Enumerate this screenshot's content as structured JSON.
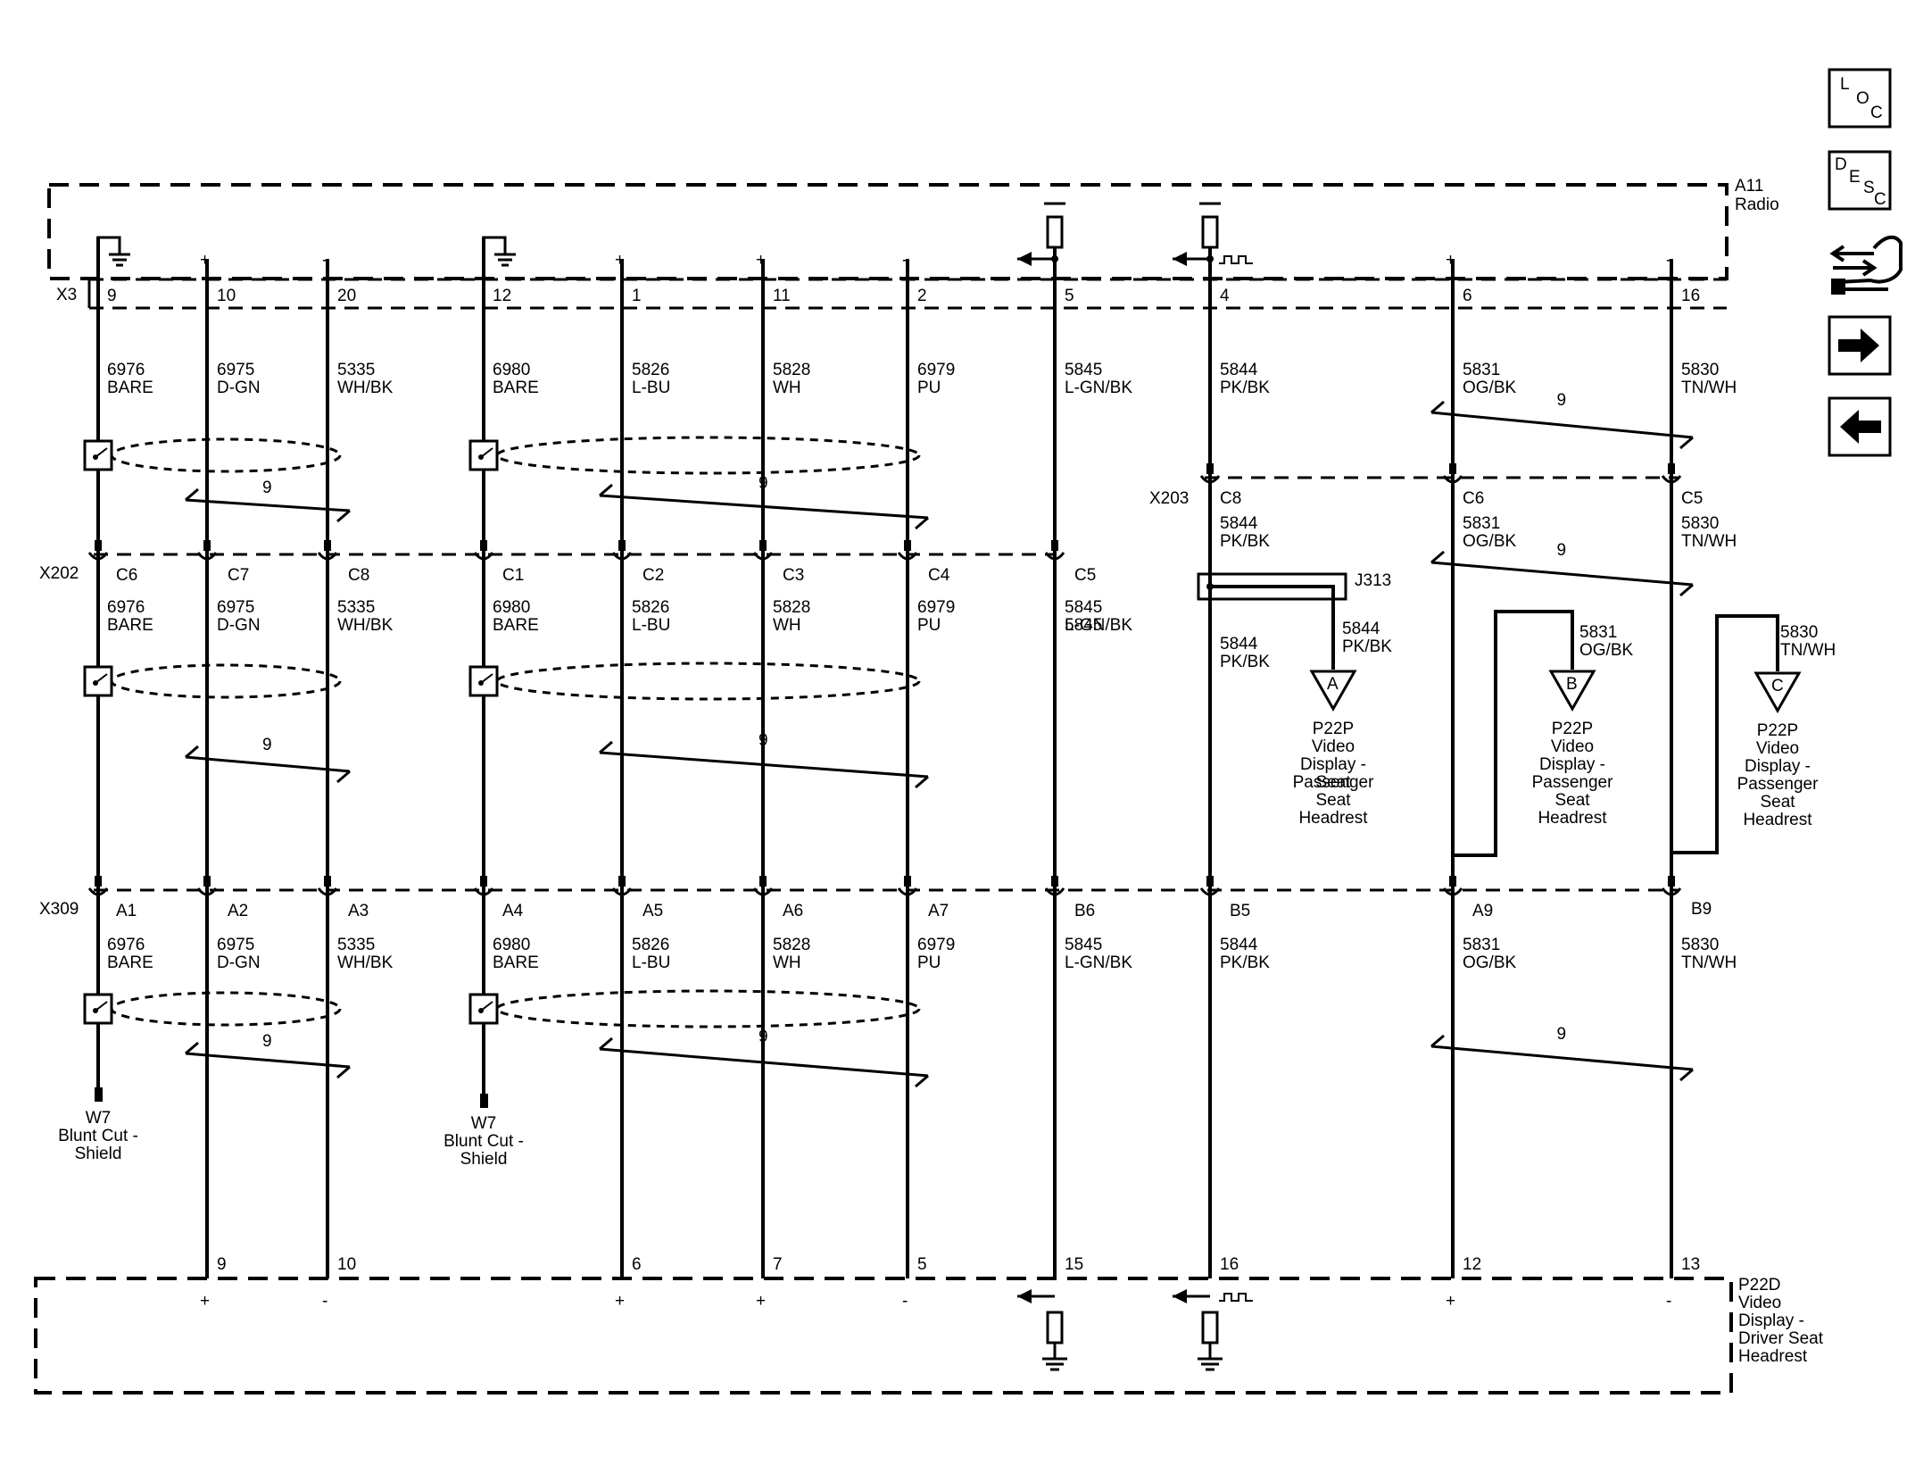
{
  "components": {
    "radio": {
      "ref": "A11",
      "name": "Radio"
    },
    "driver_display": {
      "ref": "P22D",
      "name_lines": [
        "Video",
        "Display -",
        "Driver Seat",
        "Headrest"
      ]
    },
    "pass_display": {
      "ref": "P22P",
      "name_lines": [
        "Video",
        "Display -",
        "Passenger",
        "Seat",
        "Headrest"
      ]
    },
    "shield": {
      "ref": "W7",
      "name_lines": [
        "Blunt Cut -",
        "Shield"
      ]
    },
    "splice": {
      "ref": "J313"
    }
  },
  "connectors": {
    "x3": "X3",
    "x202": "X202",
    "x203": "X203",
    "x309": "X309"
  },
  "circuits": [
    {
      "top_pin": "9",
      "num": "6976",
      "color": "BARE",
      "x202": "C6",
      "x309": "A1"
    },
    {
      "top_pin": "10",
      "num": "6975",
      "color": "D-GN",
      "x202": "C7",
      "x309": "A2",
      "bot_pin": "9"
    },
    {
      "top_pin": "20",
      "num": "5335",
      "color": "WH/BK",
      "x202": "C8",
      "x309": "A3",
      "bot_pin": "10"
    },
    {
      "top_pin": "12",
      "num": "6980",
      "color": "BARE",
      "x202": "C1",
      "x309": "A4"
    },
    {
      "top_pin": "1",
      "num": "5826",
      "color": "L-BU",
      "x202": "C2",
      "x309": "A5",
      "bot_pin": "6"
    },
    {
      "top_pin": "11",
      "num": "5828",
      "color": "WH",
      "x202": "C3",
      "x309": "A6",
      "bot_pin": "7"
    },
    {
      "top_pin": "2",
      "num": "6979",
      "color": "PU",
      "x202": "C4",
      "x309": "A7",
      "bot_pin": "5"
    },
    {
      "top_pin": "5",
      "num": "5845",
      "color": "L-GN/BK",
      "x202": "C5",
      "x309": "B6",
      "bot_pin": "15"
    },
    {
      "top_pin": "4",
      "num": "5844",
      "color": "PK/BK",
      "x203": "C8",
      "x309": "B5",
      "bot_pin": "16"
    },
    {
      "top_pin": "6",
      "num": "5831",
      "color": "OG/BK",
      "x203": "C6",
      "x309": "A9",
      "bot_pin": "12"
    },
    {
      "top_pin": "16",
      "num": "5830",
      "color": "TN/WH",
      "x203": "C5",
      "x309": "B9",
      "bot_pin": "13"
    }
  ],
  "polarity": {
    "plus": "+",
    "minus": "-"
  },
  "twist_count": "9",
  "branches": [
    {
      "num": "5844",
      "color": "PK/BK",
      "letter": "A"
    },
    {
      "num": "5831",
      "color": "OG/BK",
      "letter": "B"
    },
    {
      "num": "5830",
      "color": "TN/WH",
      "letter": "C"
    }
  ],
  "nav": {
    "loc": [
      "L",
      "O",
      "C"
    ],
    "desc": [
      "D",
      "E",
      "S",
      "C"
    ],
    "icons": [
      "swap-hand-icon",
      "arrow-right-icon",
      "arrow-left-icon"
    ]
  }
}
